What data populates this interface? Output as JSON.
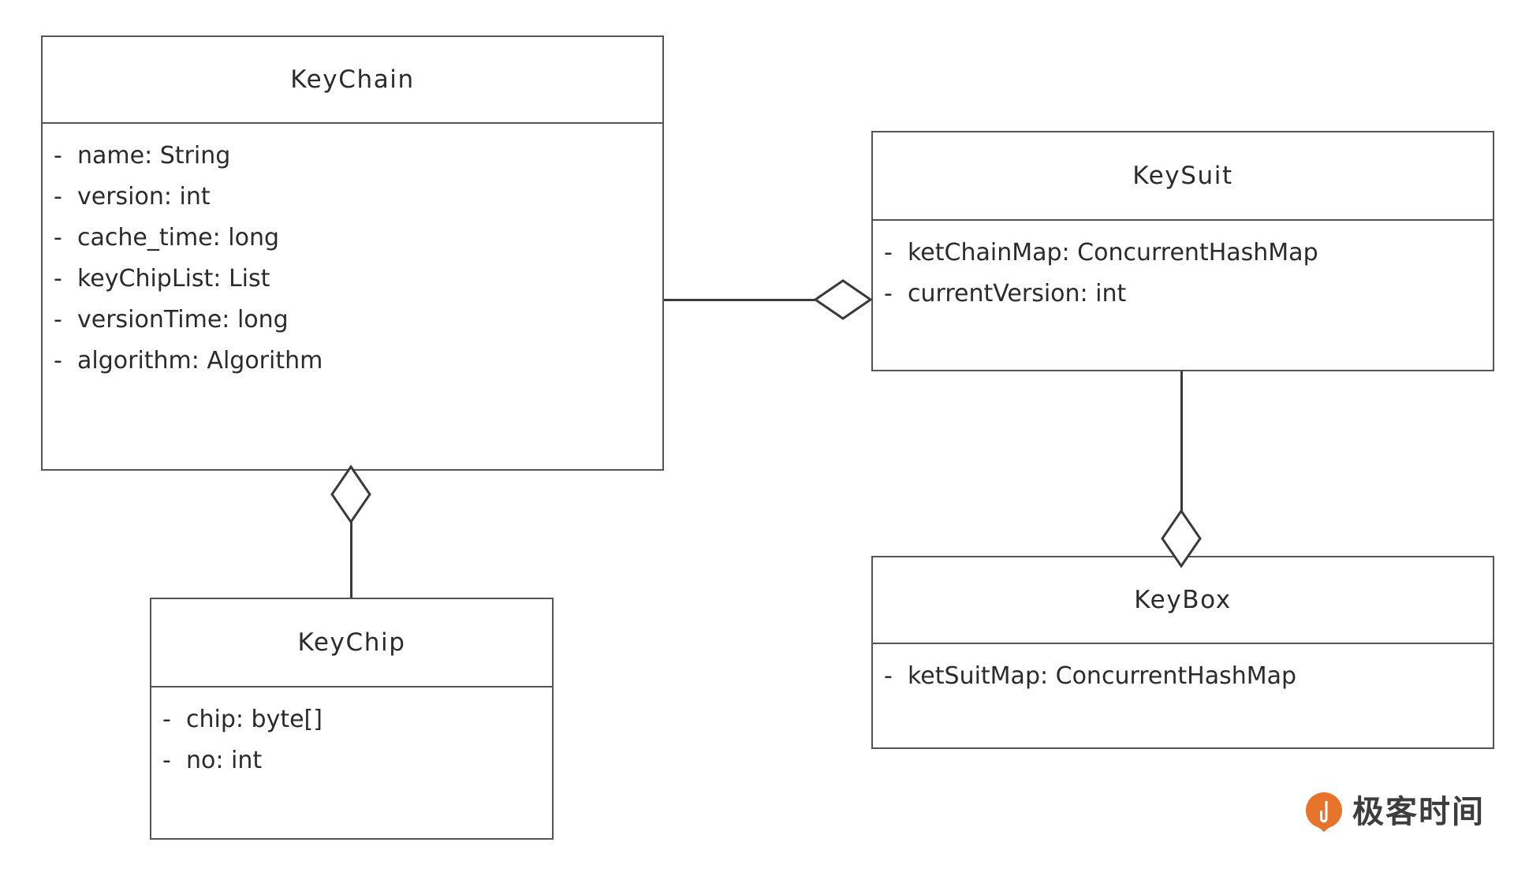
{
  "diagram": {
    "type": "uml-class-diagram",
    "background": "#ffffff",
    "stroke_color": "#555555",
    "text_color": "#2b2b2b",
    "classes": [
      {
        "id": "keychain",
        "name": "KeyChain",
        "attributes": [
          {
            "visibility": "-",
            "signature": "name: String"
          },
          {
            "visibility": "-",
            "signature": "version: int"
          },
          {
            "visibility": "-",
            "signature": "cache_time: long"
          },
          {
            "visibility": "-",
            "signature": "keyChipList: List"
          },
          {
            "visibility": "-",
            "signature": "versionTime: long"
          },
          {
            "visibility": "-",
            "signature": "algorithm: Algorithm"
          }
        ]
      },
      {
        "id": "keysuit",
        "name": "KeySuit",
        "attributes": [
          {
            "visibility": "-",
            "signature": "ketChainMap: ConcurrentHashMap"
          },
          {
            "visibility": "-",
            "signature": "currentVersion: int"
          }
        ]
      },
      {
        "id": "keychip",
        "name": "KeyChip",
        "attributes": [
          {
            "visibility": "-",
            "signature": "chip: byte[]"
          },
          {
            "visibility": "-",
            "signature": "no: int"
          }
        ]
      },
      {
        "id": "keybox",
        "name": "KeyBox",
        "attributes": [
          {
            "visibility": "-",
            "signature": "ketSuitMap: ConcurrentHashMap"
          }
        ]
      }
    ],
    "relations": [
      {
        "id": "keysuit-keychain",
        "kind": "aggregation",
        "whole": "KeySuit",
        "part": "KeyChain",
        "marker": "hollow-diamond"
      },
      {
        "id": "keychain-keychip",
        "kind": "aggregation",
        "whole": "KeyChain",
        "part": "KeyChip",
        "marker": "hollow-diamond"
      },
      {
        "id": "keybox-keysuit",
        "kind": "aggregation",
        "whole": "KeyBox",
        "part": "KeySuit",
        "marker": "hollow-diamond"
      }
    ]
  },
  "watermark": {
    "text": "极客时间",
    "logo_color": "#e8732a",
    "text_color": "#3d3d3d"
  }
}
